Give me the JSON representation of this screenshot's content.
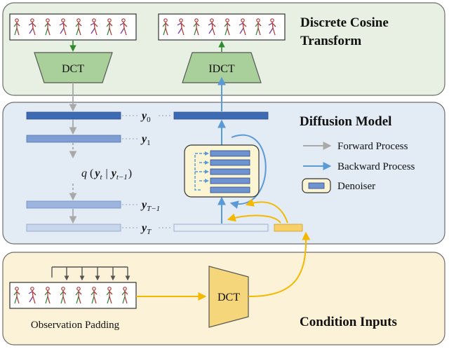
{
  "sections": {
    "dct_title_line1": "Discrete Cosine",
    "dct_title_line2": "Transform",
    "diffusion_title": "Diffusion Model",
    "condition_title": "Condition Inputs"
  },
  "blocks": {
    "dct_top": "DCT",
    "idct_top": "IDCT",
    "dct_bottom": "DCT"
  },
  "latents": {
    "y0_base": "y",
    "y0_sub": "0",
    "y1_base": "y",
    "y1_sub": "1",
    "yTm1_base": "y",
    "yTm1_sub": "T−1",
    "yT_base": "y",
    "yT_sub": "T"
  },
  "formula": {
    "q": "q",
    "lparen": "(",
    "yt": "y",
    "yt_sub": "t",
    "bar": "|",
    "ytm1": "y",
    "ytm1_sub": "t−1",
    "rparen": ")"
  },
  "legend": {
    "forward": "Forward Process",
    "backward": "Backward Process",
    "denoiser": "Denoiser"
  },
  "observation_label": "Observation Padding",
  "colors": {
    "panel_green": "#e7f0e2",
    "panel_blue": "#e3ebf5",
    "panel_yellow": "#fbf2d8",
    "trapezoid_green": "#a9cf9a",
    "trapezoid_yellow": "#f5d67a",
    "forward_gray": "#a9a9a9",
    "backward_blue": "#5b9bd5",
    "condition_orange": "#f5b800",
    "latent_dark": "#3d6bb3",
    "latent_mid": "#7d9dd3",
    "latent_light": "#c8d6ec",
    "condition_bar": "#f8d067"
  },
  "icons": {
    "skeleton": "human-pose-skeleton-icon",
    "denoiser": "stacked-layers-icon"
  }
}
